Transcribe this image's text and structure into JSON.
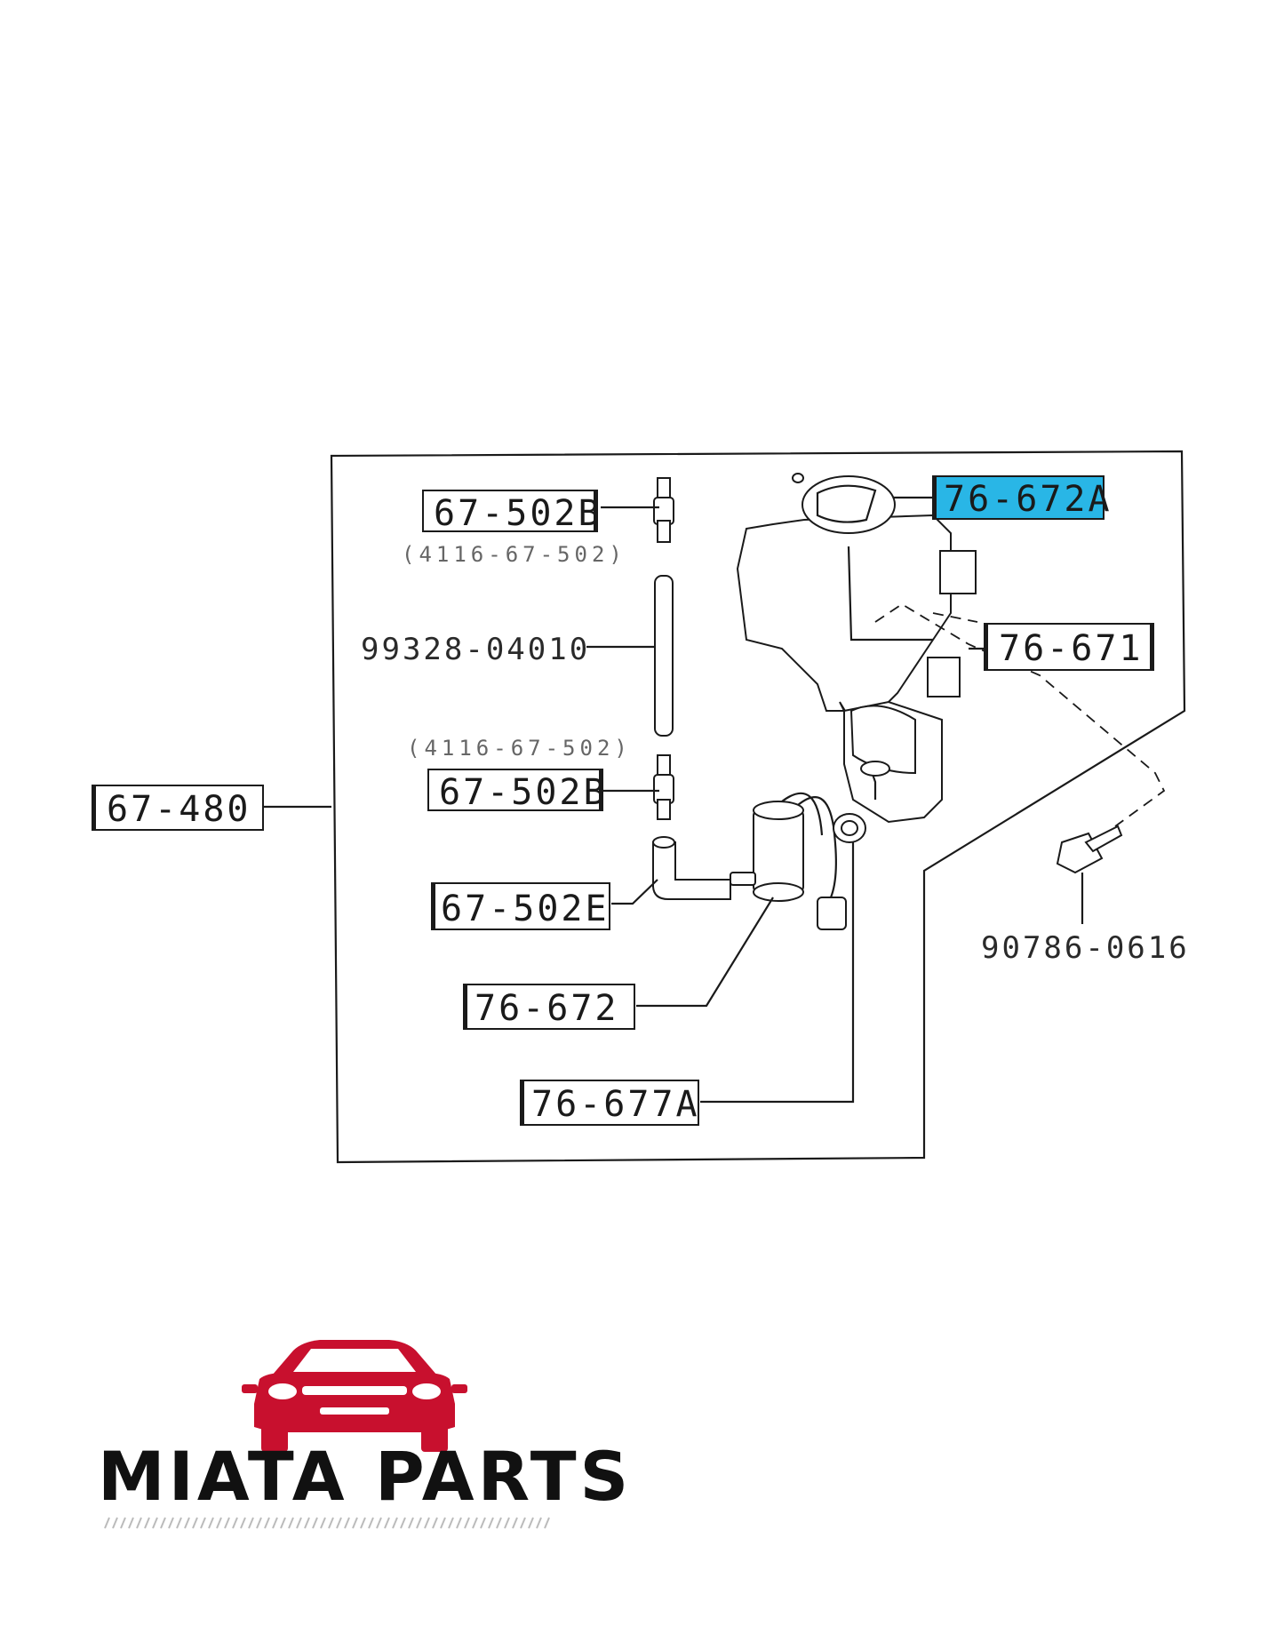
{
  "callouts": {
    "c67502b_top": "67-502B",
    "c67502b_top_note": "(4116-67-502)",
    "c99328": "99328-04010",
    "c67502b_bottom_note": "(4116-67-502)",
    "c67502b_bottom": "67-502B",
    "c67480": "67-480",
    "c67502e": "67-502E",
    "c76672": "76-672",
    "c76677a": "76-677A",
    "c76672a": "76-672A",
    "c76671": "76-671",
    "c90786": "90786-0616"
  },
  "logo": {
    "brand": "MIATA PARTS",
    "icon": "car-front-icon"
  },
  "colors": {
    "highlight": "#29b6e6",
    "logo_red": "#c8102e",
    "ink": "#1a1a1a"
  }
}
